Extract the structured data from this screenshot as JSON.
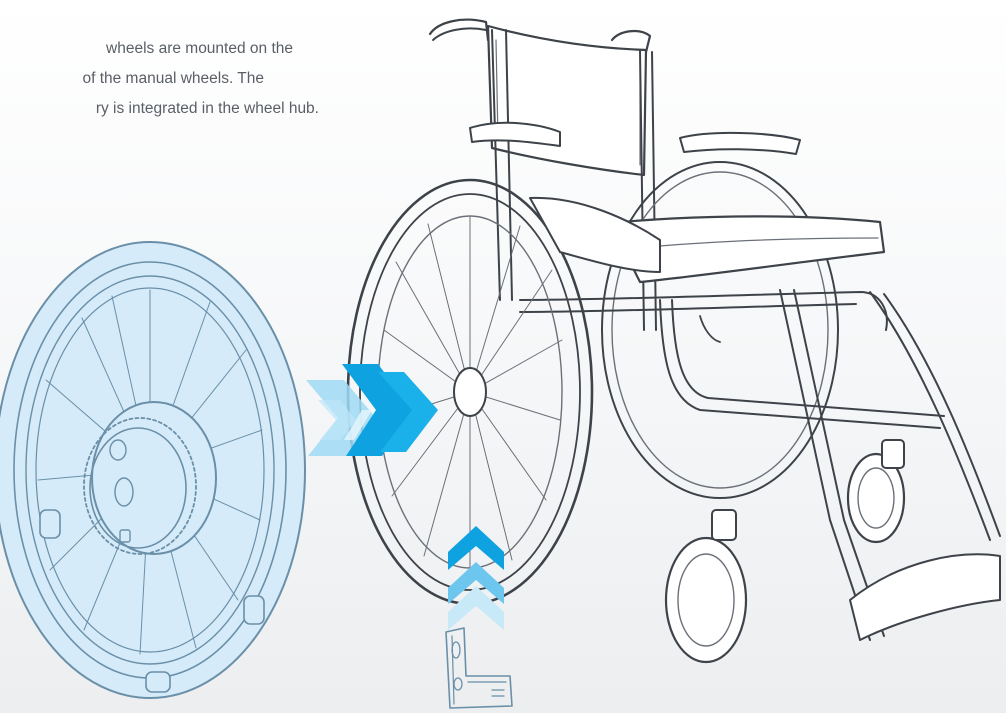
{
  "caption": {
    "line1": "wheels are mounted on the",
    "line2": "of the manual wheels. The",
    "line3": "ry is integrated in the wheel hub."
  },
  "colors": {
    "arrow_dark": "#0fa2e0",
    "arrow_light": "#8fd3f3",
    "wheel_fill": "#d6ebf9",
    "sketch_stroke": "#3e434a",
    "text": "#5a5f66"
  },
  "icons": {
    "arrow_right": "chevron-right-double-icon",
    "arrow_up": "chevron-up-double-icon"
  }
}
